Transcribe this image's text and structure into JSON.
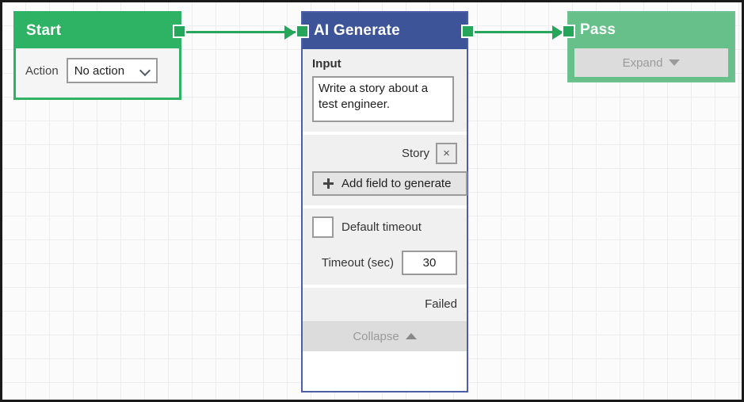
{
  "canvas": {
    "background": "#fbfbfb",
    "grid_color": "#ededed",
    "border_color": "#1a1a1a"
  },
  "colors": {
    "start_green": "#2eb264",
    "pass_green": "#67bf8a",
    "ai_indigo": "#3e5499",
    "connector_green": "#26a65b",
    "port_green": "#26a65b"
  },
  "nodes": {
    "start": {
      "title": "Start",
      "action_label": "Action",
      "action_value": "No action",
      "dropdown_icon": "chevron-down-icon"
    },
    "ai_generate": {
      "title": "AI Generate",
      "input_label": "Input",
      "input_value": "Write a story about a test engineer.",
      "generate_field": {
        "name": "Story",
        "remove_icon": "close-icon",
        "remove_label": "×"
      },
      "add_field_button": {
        "label": "Add field to generate",
        "icon": "plus-icon"
      },
      "default_timeout": {
        "label": "Default timeout",
        "checked": false
      },
      "timeout": {
        "label": "Timeout (sec)",
        "value": "30"
      },
      "failed_label": "Failed",
      "footer": {
        "label": "Collapse",
        "icon": "caret-up-icon"
      }
    },
    "pass": {
      "title": "Pass",
      "expand": {
        "label": "Expand",
        "icon": "caret-down-icon"
      }
    }
  },
  "connections": [
    {
      "from": "start",
      "to": "ai_generate"
    },
    {
      "from": "ai_generate",
      "to": "pass"
    }
  ]
}
